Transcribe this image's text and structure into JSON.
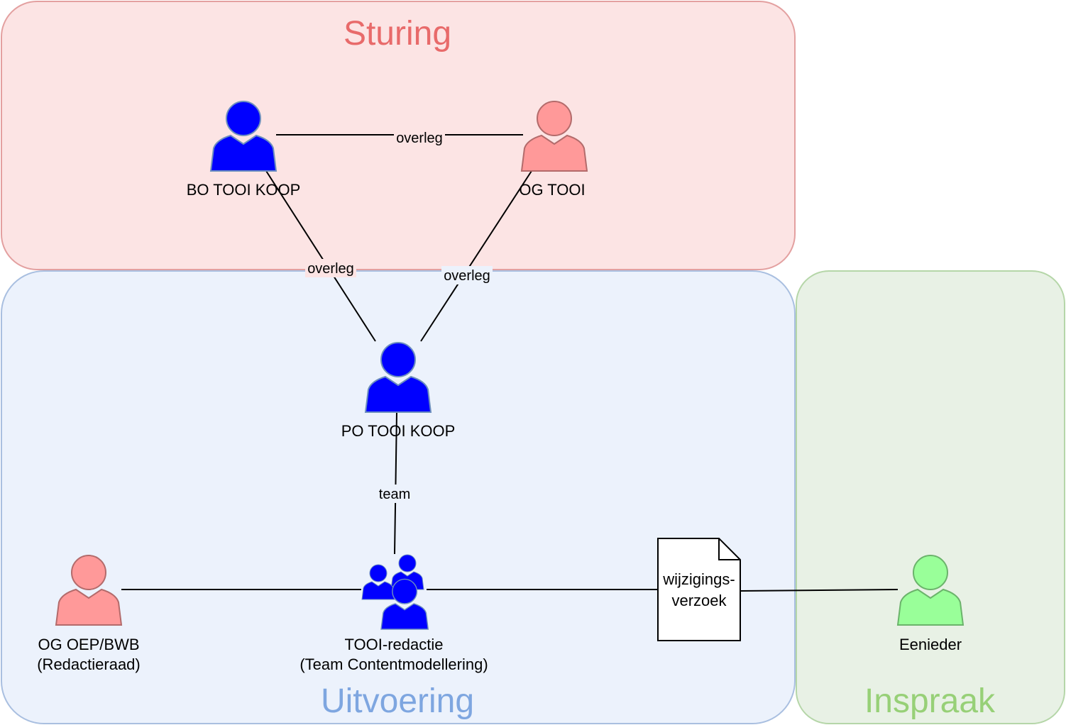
{
  "groups": {
    "sturing": {
      "title": "Sturing",
      "fill": "#fce4e4",
      "stroke": "#e3a0a0",
      "title_color": "#e86a6a"
    },
    "uitvoering": {
      "title": "Uitvoering",
      "fill": "#ecf2fc",
      "stroke": "#a9bfe0",
      "title_color": "#7ea6e0"
    },
    "inspraak": {
      "title": "Inspraak",
      "fill": "#e8f1e5",
      "stroke": "#b5d6a8",
      "title_color": "#97d077"
    }
  },
  "actors": {
    "bo": {
      "label": "BO TOOI KOOP",
      "color": "#0000ff"
    },
    "og_tooi": {
      "label": "OG TOOI",
      "color": "#ff9999"
    },
    "po": {
      "label": "PO TOOI KOOP",
      "color": "#0000ff"
    },
    "redactie": {
      "label_line1": "TOOI-redactie",
      "label_line2": "(Team Contentmodellering)",
      "color": "#0000ff"
    },
    "og_oep": {
      "label_line1": "OG OEP/BWB",
      "label_line2": "(Redactieraad)",
      "color": "#ff9999"
    },
    "eenieder": {
      "label": "Eenieder",
      "color": "#99ff99"
    }
  },
  "document": {
    "line1": "wijzigings-",
    "line2": "verzoek"
  },
  "edges": {
    "bo_og": "overleg",
    "bo_po": "overleg",
    "og_po": "overleg",
    "po_redactie": "team"
  }
}
